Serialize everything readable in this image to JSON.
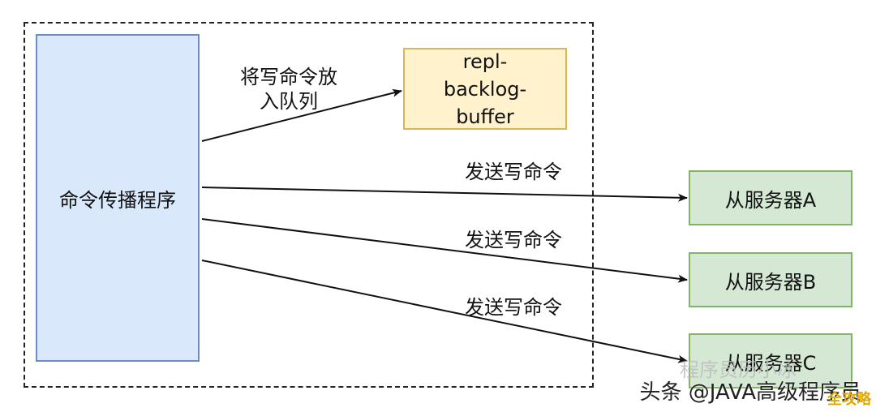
{
  "nodes": {
    "propagator": "命令传播程序",
    "backlog": "repl-backlog-buffer",
    "slave_a": "从服务器A",
    "slave_b": "从服务器B",
    "slave_c": "从服务器C"
  },
  "edges": {
    "to_backlog": "将写命令放入队列",
    "to_slave_a": "发送写命令",
    "to_slave_b": "发送写命令",
    "to_slave_c": "发送写命令"
  },
  "watermark": {
    "faint": "程序员历小冰",
    "main": "头条 @JAVA高级程序员",
    "brand": "全攻略"
  },
  "colors": {
    "propagator_fill": "#dae8fc",
    "backlog_fill": "#fff2cc",
    "slave_fill": "#d5e8d4"
  }
}
